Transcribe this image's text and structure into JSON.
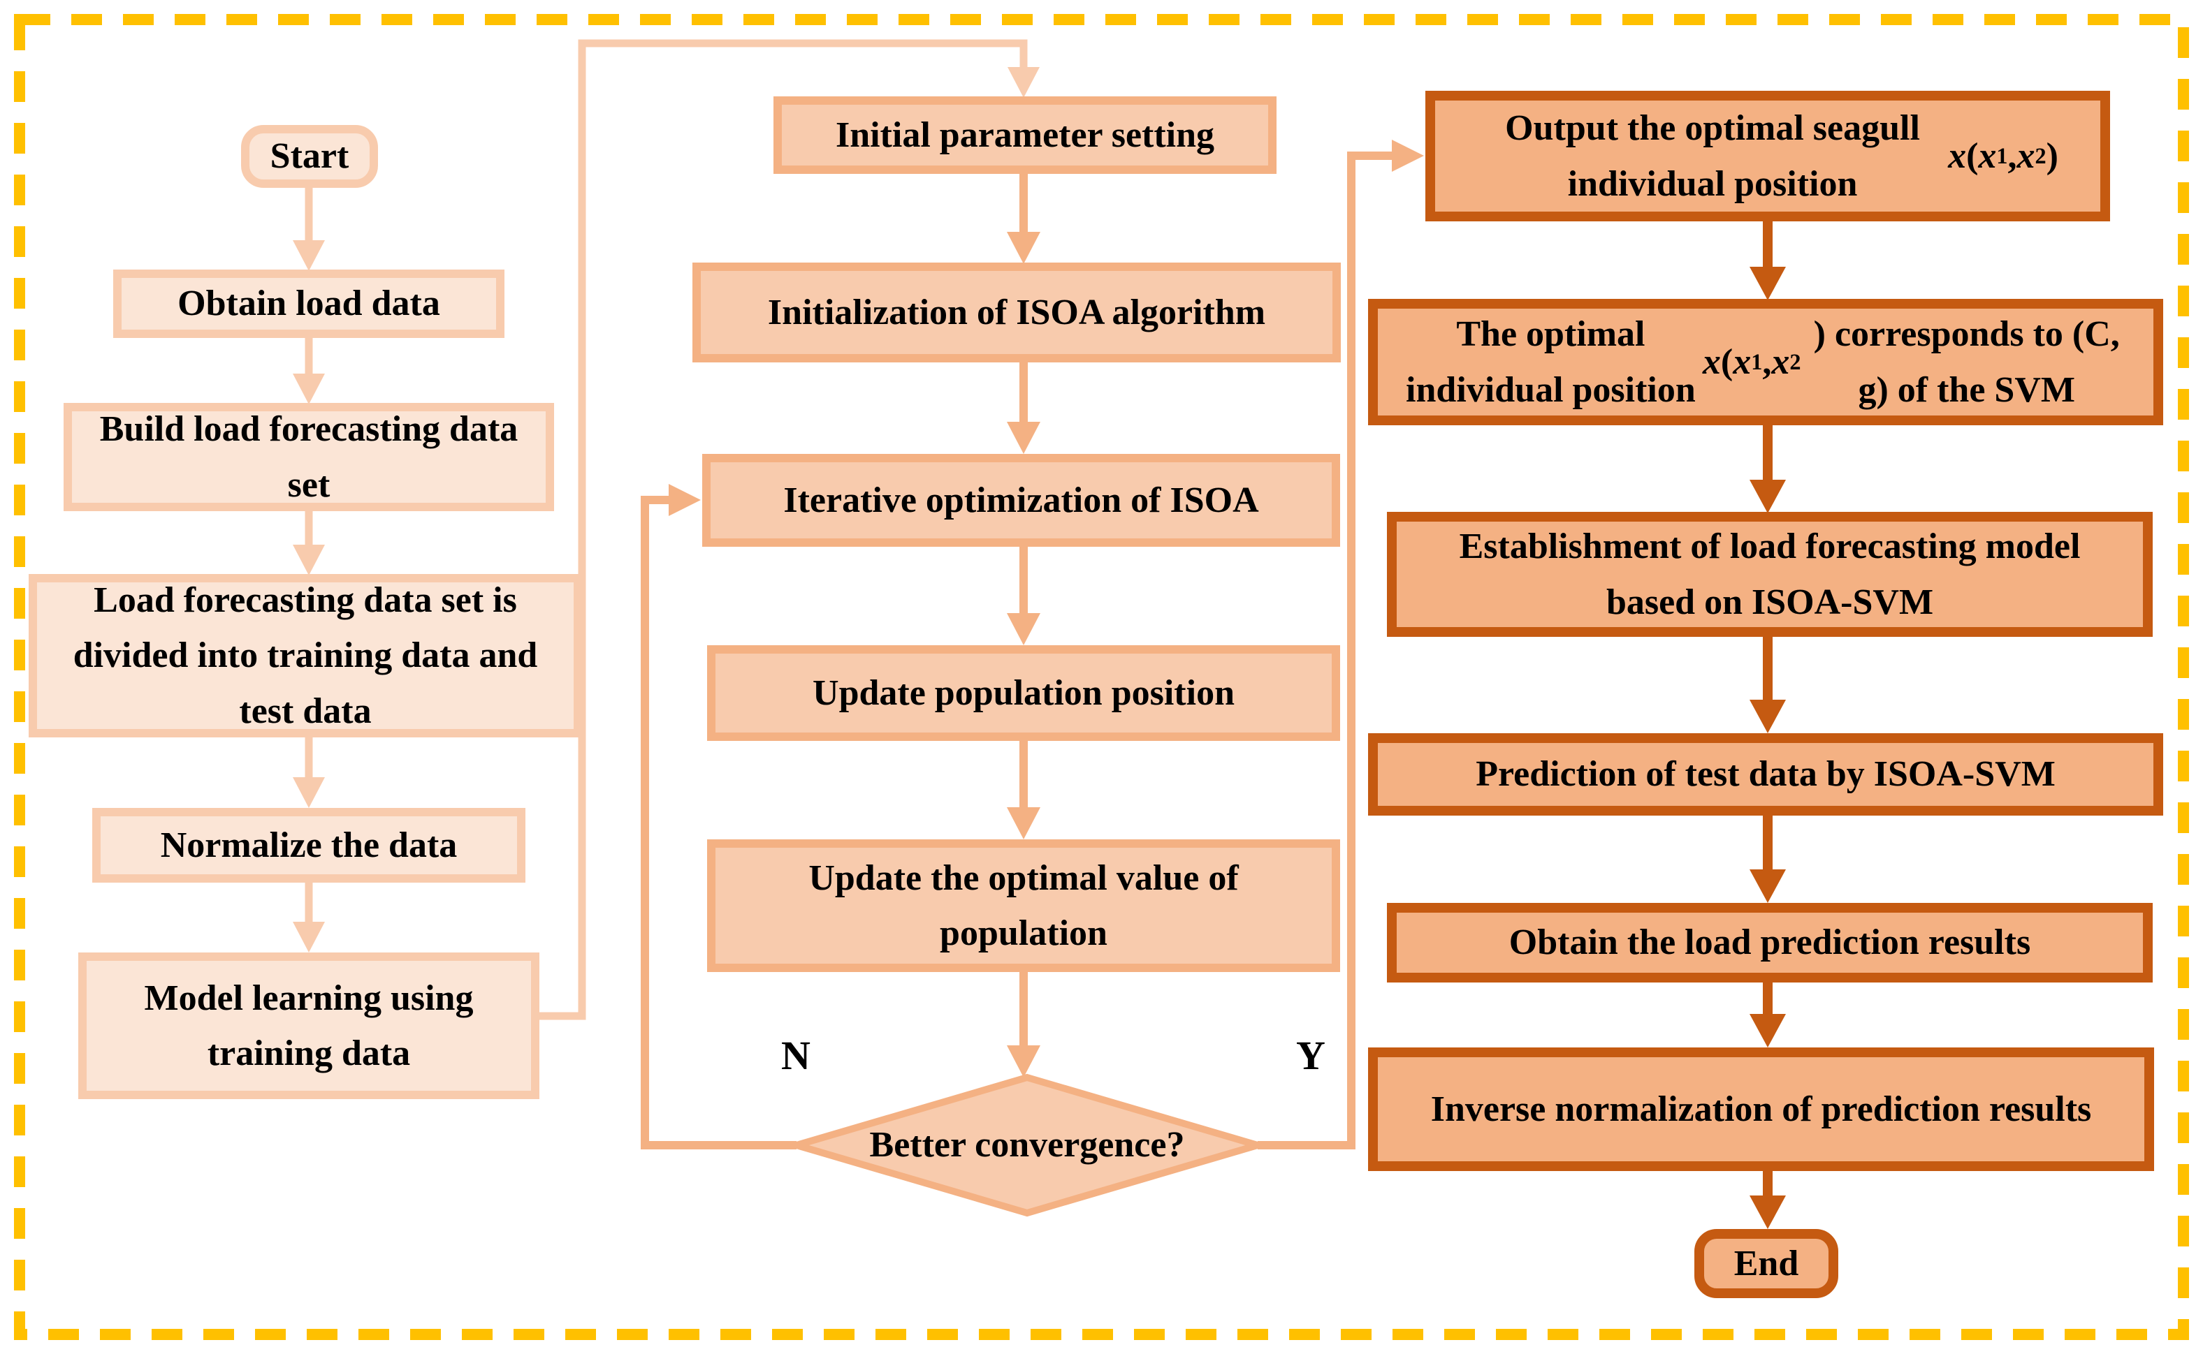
{
  "palette": {
    "frame_dash": "#FFC000",
    "stage1_fill": "#FBE5D6",
    "stage1_border": "#F8CBAD",
    "stage2_fill": "#F8CBAD",
    "stage2_border": "#F4B183",
    "stage3_fill": "#F4B183",
    "stage3_border": "#C55A11",
    "text": "#000000"
  },
  "nodes": {
    "start": "Start",
    "obtain_load_data": "Obtain load data",
    "build_data_set": "Build load forecasting data set",
    "divide_data_set": "Load forecasting data set is divided into training data and test data",
    "normalize": "Normalize the data",
    "model_learning": "Model learning using training data",
    "initial_parameter": "Initial parameter setting",
    "initialization_isoa": "Initialization of ISOA algorithm",
    "iterative_optimization": "Iterative optimization of ISOA",
    "update_population": "Update population position",
    "update_optimal": "Update the optimal value of population",
    "better_convergence": "Better convergence?",
    "output_position_html": "Output the optimal seagull individual position <i>x</i> (<i>x</i><sub>1</sub>, <i>x</i><sub>2</sub>)",
    "position_to_cg_html": "The optimal individual position <i>x</i> (<i>x</i><sub>1</sub>, <i>x</i><sub>2</sub>) corresponds to (C, g) of the SVM",
    "establish_model": "Establishment of load forecasting model based on ISOA-SVM",
    "prediction_test": "Prediction of test data by ISOA-SVM",
    "obtain_results": "Obtain the load prediction results",
    "inverse_normalization": "Inverse normalization of prediction results",
    "end": "End"
  },
  "branch_labels": {
    "no": "N",
    "yes": "Y"
  }
}
